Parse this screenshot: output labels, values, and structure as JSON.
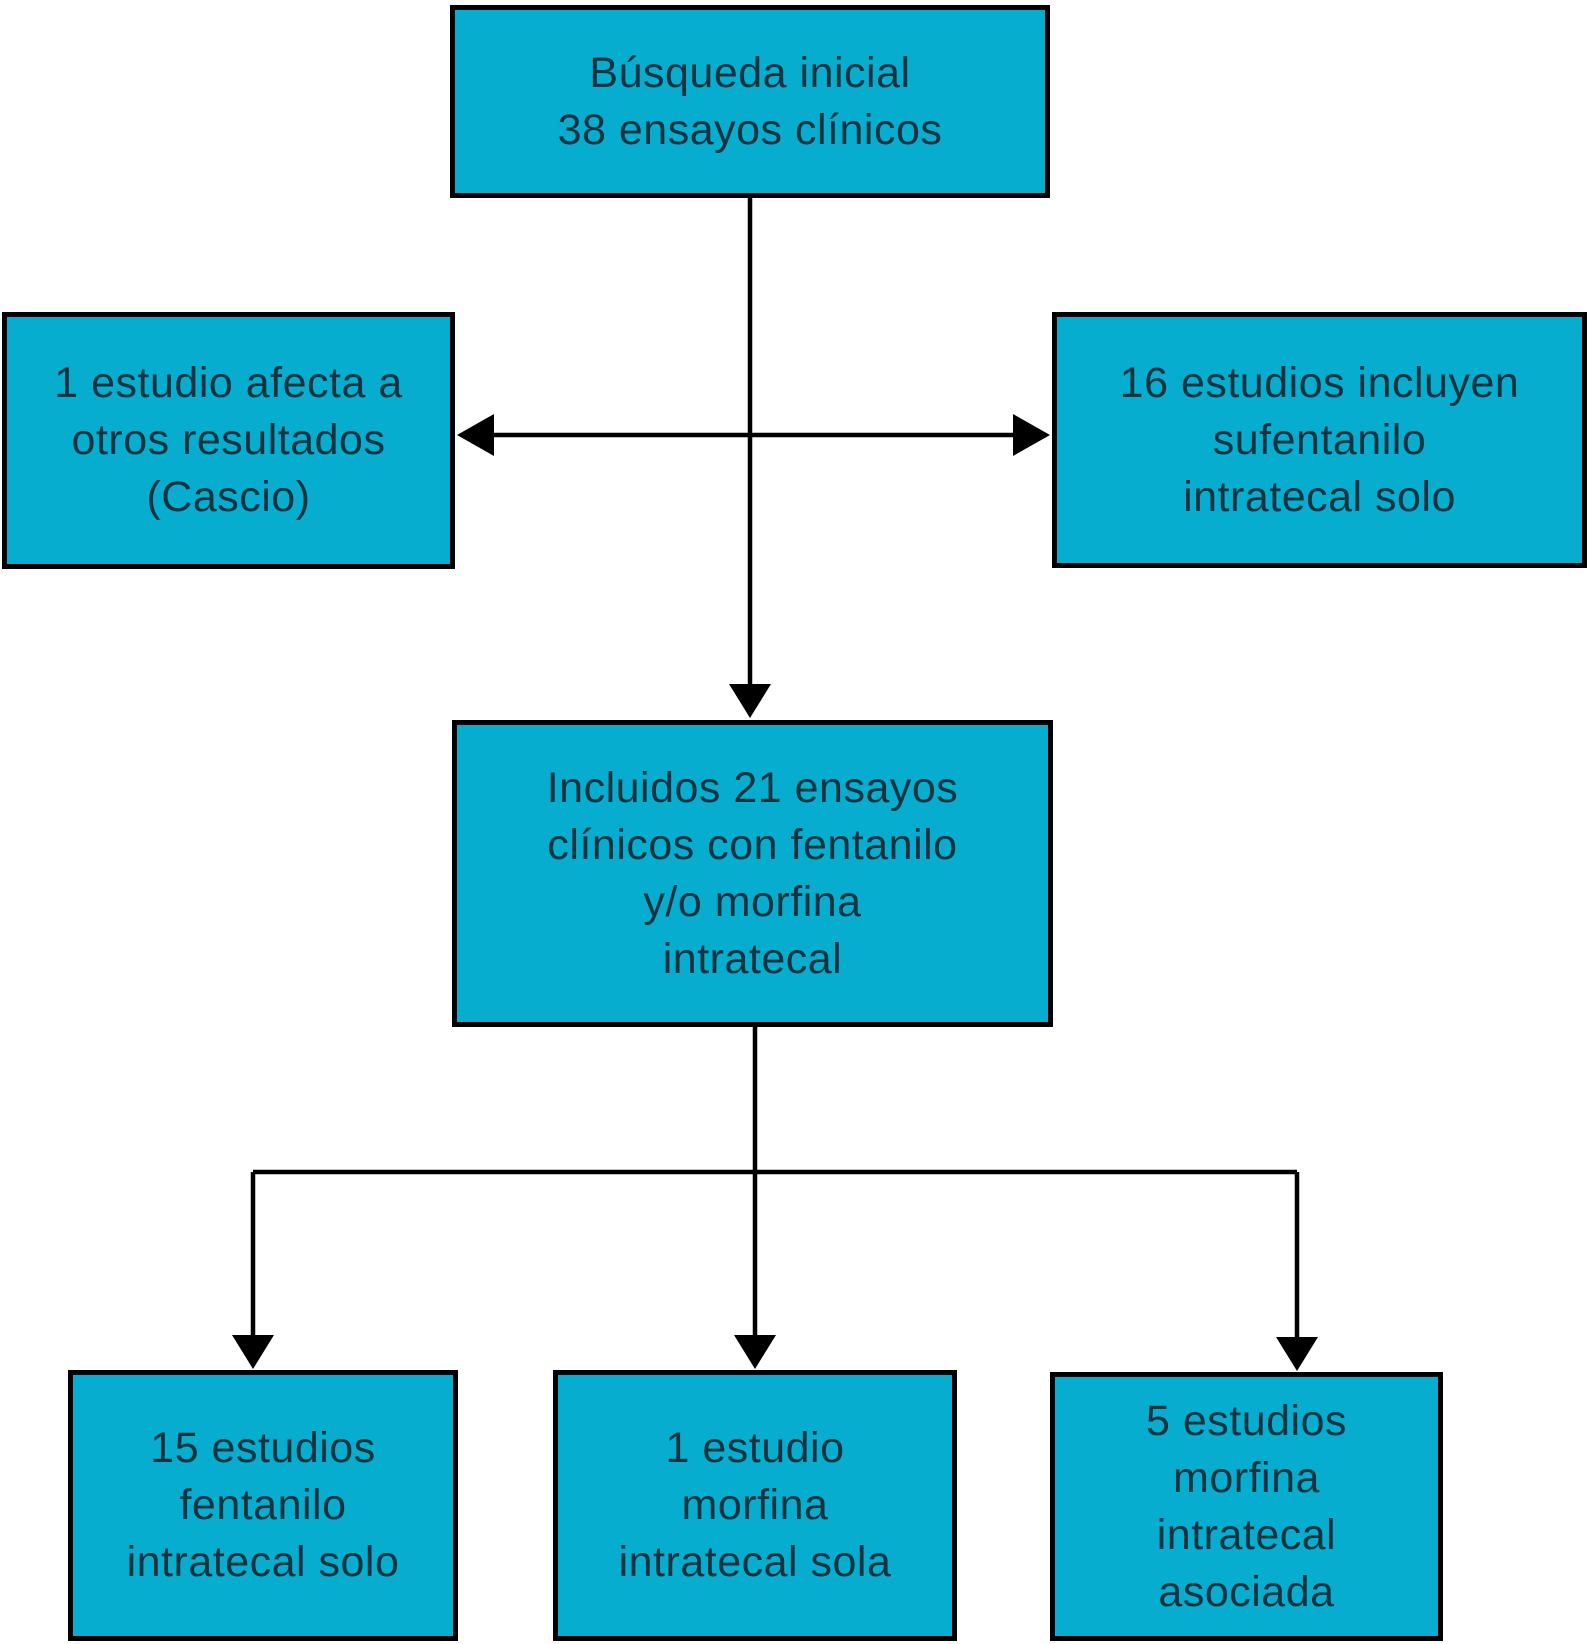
{
  "diagram": {
    "title_hint": "Flow diagram of clinical-trial selection (Spanish)",
    "colors": {
      "box_fill": "#06ADCE",
      "box_border": "#000000",
      "text": "#17333F",
      "arrow": "#000000",
      "background": "#FFFFFF"
    },
    "nodes": {
      "initial_search": {
        "lines": [
          "Búsqueda inicial",
          "38 ensayos clínicos"
        ]
      },
      "excluded_other_results": {
        "lines": [
          "1 estudio afecta a",
          "otros resultados",
          "(Cascio)"
        ]
      },
      "excluded_sufentanil": {
        "lines": [
          "16 estudios incluyen",
          "sufentanilo",
          "intratecal solo"
        ]
      },
      "included": {
        "lines": [
          "Incluidos 21 ensayos",
          "clínicos con fentanilo",
          "y/o morfina",
          "intratecal"
        ]
      },
      "fentanyl_only": {
        "lines": [
          "15 estudios",
          "fentanilo",
          "intratecal solo"
        ]
      },
      "morphine_only": {
        "lines": [
          "1 estudio",
          "morfina",
          "intratecal sola"
        ]
      },
      "morphine_associated": {
        "lines": [
          "5 estudios",
          "morfina",
          "intratecal",
          "asociada"
        ]
      }
    }
  }
}
